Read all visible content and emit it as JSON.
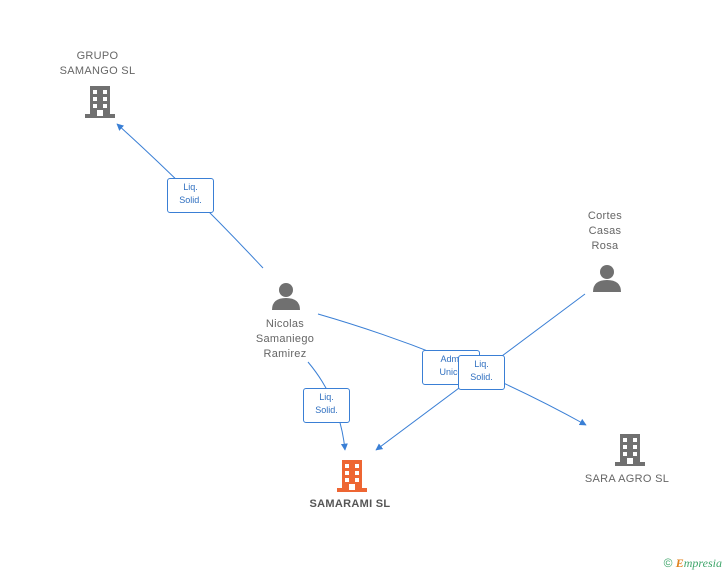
{
  "nodes": {
    "grupo_samango": {
      "label": "GRUPO\nSAMANGO SL",
      "kind": "company"
    },
    "nicolas": {
      "label": "Nicolas\nSamaniego\nRamirez",
      "kind": "person"
    },
    "cortes": {
      "label": "Cortes\nCasas\nRosa",
      "kind": "person"
    },
    "samarami": {
      "label": "SAMARAMI SL",
      "kind": "company-main"
    },
    "sara_agro": {
      "label": "SARA AGRO SL",
      "kind": "company"
    }
  },
  "edges": [
    {
      "from": "nicolas",
      "to": "grupo_samango",
      "label": "Liq.\nSolid."
    },
    {
      "from": "nicolas",
      "to": "samarami",
      "label": "Liq.\nSolid."
    },
    {
      "from": "nicolas",
      "to": "sara_agro",
      "label": "Adm.\nUnico"
    },
    {
      "from": "cortes",
      "to": "samarami",
      "label": "Liq.\nSolid."
    }
  ],
  "colors": {
    "edge": "#3a7fd5",
    "node_icon": "#707070",
    "main_icon": "#ee6633"
  },
  "icons": {
    "company": "building-icon",
    "person": "person-icon"
  },
  "footer": {
    "copyright": "©",
    "brand_initial": "E",
    "brand_rest": "mpresia"
  }
}
